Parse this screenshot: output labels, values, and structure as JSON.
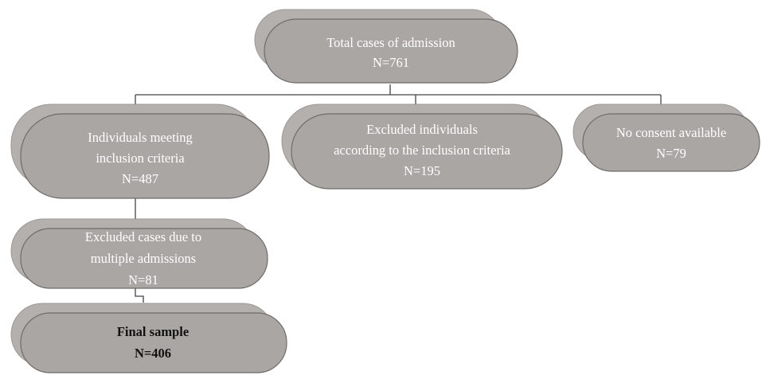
{
  "nodes": {
    "total": {
      "lines": [
        "Total cases of admission",
        "N=761"
      ]
    },
    "inclusion": {
      "lines": [
        "Individuals meeting",
        "inclusion criteria",
        "N=487"
      ]
    },
    "excluded_criteria": {
      "lines": [
        "Excluded individuals",
        "according to the inclusion criteria",
        "N=195"
      ]
    },
    "no_consent": {
      "lines": [
        "No consent available",
        "N=79"
      ]
    },
    "multiple": {
      "lines": [
        "Excluded cases due to",
        "multiple admissions",
        "N=81"
      ]
    },
    "final": {
      "lines": [
        "Final sample",
        "N=406"
      ]
    }
  }
}
